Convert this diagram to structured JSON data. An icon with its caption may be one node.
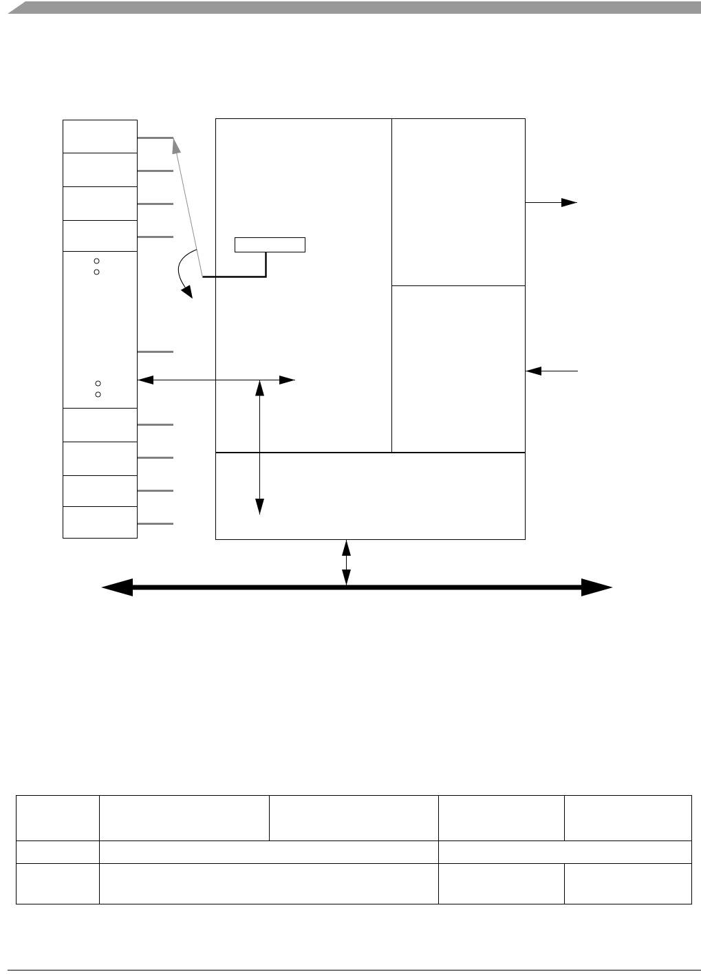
{
  "diagram": {
    "nodes": [
      {
        "text": [],
        "shape": "box"
      },
      {
        "text": [],
        "shape": "box"
      },
      {
        "text": [],
        "shape": "box"
      },
      {
        "text": [],
        "shape": "box"
      },
      {
        "text": [],
        "shape": "box"
      },
      {
        "text": [],
        "shape": "box"
      },
      {
        "text": [],
        "shape": "box"
      },
      {
        "text": [],
        "shape": "box"
      },
      {
        "text": [],
        "shape": "box"
      },
      {
        "text": [],
        "shape": "bar"
      },
      {
        "text": [],
        "shape": "bar"
      },
      {
        "text": [],
        "shape": "bar"
      },
      {
        "text": [],
        "shape": "bar"
      },
      {
        "text": [],
        "shape": "bar"
      },
      {
        "text": [],
        "shape": "bar"
      },
      {
        "text": [],
        "shape": "bar"
      },
      {
        "text": [],
        "shape": "bar"
      },
      {
        "text": [],
        "shape": "bar"
      },
      {
        "text": [],
        "shape": "box"
      },
      {
        "text": [],
        "shape": "box",
        "in": 18
      },
      {
        "text": [],
        "shape": "box"
      },
      {
        "text": [],
        "shape": "box"
      },
      {
        "text": [],
        "shape": "box"
      },
      {
        "text": [],
        "shape": "arrow"
      }
    ],
    "edges": [
      {
        "from": 19,
        "to": null,
        "arrow": "none"
      },
      {
        "from": null,
        "to": 9,
        "arrow": "to",
        "color": "#8c8c8c"
      },
      {
        "from": 4,
        "to": null,
        "arrow": "both"
      },
      {
        "from": null,
        "to": 22,
        "arrow": "both"
      },
      {
        "from": 20,
        "to": null,
        "arrow": "to"
      },
      {
        "from": null,
        "to": 21,
        "arrow": "to"
      },
      {
        "from": 22,
        "to": 23,
        "arrow": "both"
      }
    ]
  }
}
